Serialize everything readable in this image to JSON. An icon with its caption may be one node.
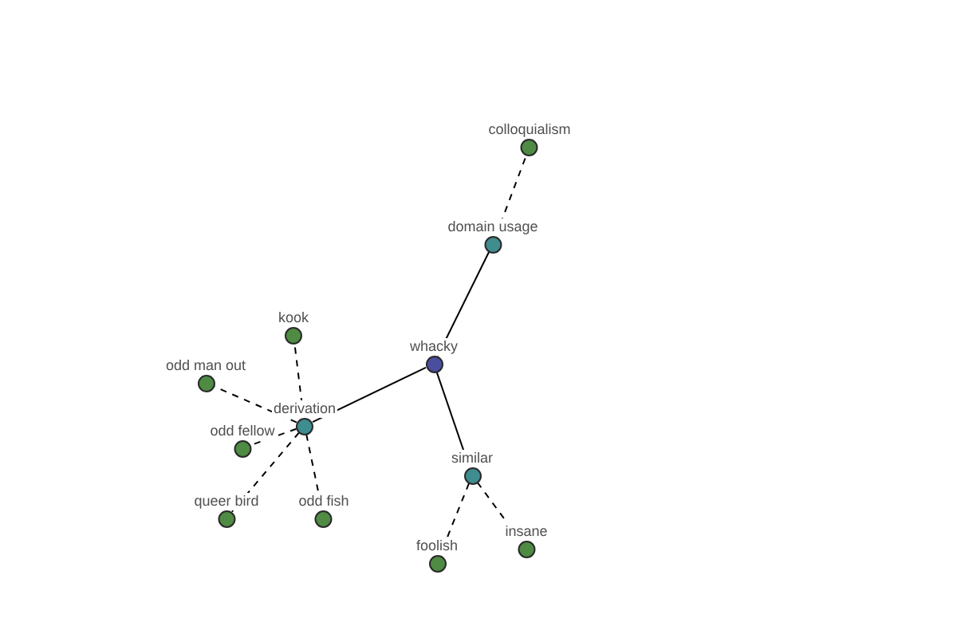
{
  "diagram": {
    "nodes": [
      {
        "text": [
          "colloquialism"
        ]
      },
      {
        "text": [
          "domain usage"
        ]
      },
      {
        "text": [
          "kook"
        ]
      },
      {
        "text": [
          "whacky"
        ]
      },
      {
        "text": [
          "odd man out"
        ]
      },
      {
        "text": [
          "derivation"
        ]
      },
      {
        "text": [
          "odd fellow"
        ]
      },
      {
        "text": [
          "similar"
        ]
      },
      {
        "text": [
          "queer bird"
        ]
      },
      {
        "text": [
          "odd fish"
        ]
      },
      {
        "text": [
          "insane"
        ]
      },
      {
        "text": [
          "foolish"
        ]
      }
    ],
    "edges": [
      {
        "from": 3,
        "to": 1,
        "arrow": "none"
      },
      {
        "from": 1,
        "to": 0,
        "arrow": "none",
        "style": "dashed"
      },
      {
        "from": 3,
        "to": 5,
        "arrow": "none"
      },
      {
        "from": 3,
        "to": 7,
        "arrow": "none"
      },
      {
        "from": 5,
        "to": 2,
        "arrow": "none",
        "style": "dashed"
      },
      {
        "from": 5,
        "to": 4,
        "arrow": "none",
        "style": "dashed"
      },
      {
        "from": 5,
        "to": 6,
        "arrow": "none",
        "style": "dashed"
      },
      {
        "from": 5,
        "to": 8,
        "arrow": "none",
        "style": "dashed"
      },
      {
        "from": 5,
        "to": 9,
        "arrow": "none",
        "style": "dashed"
      },
      {
        "from": 7,
        "to": 11,
        "arrow": "none",
        "style": "dashed"
      },
      {
        "from": 7,
        "to": 10,
        "arrow": "none",
        "style": "dashed"
      }
    ]
  }
}
